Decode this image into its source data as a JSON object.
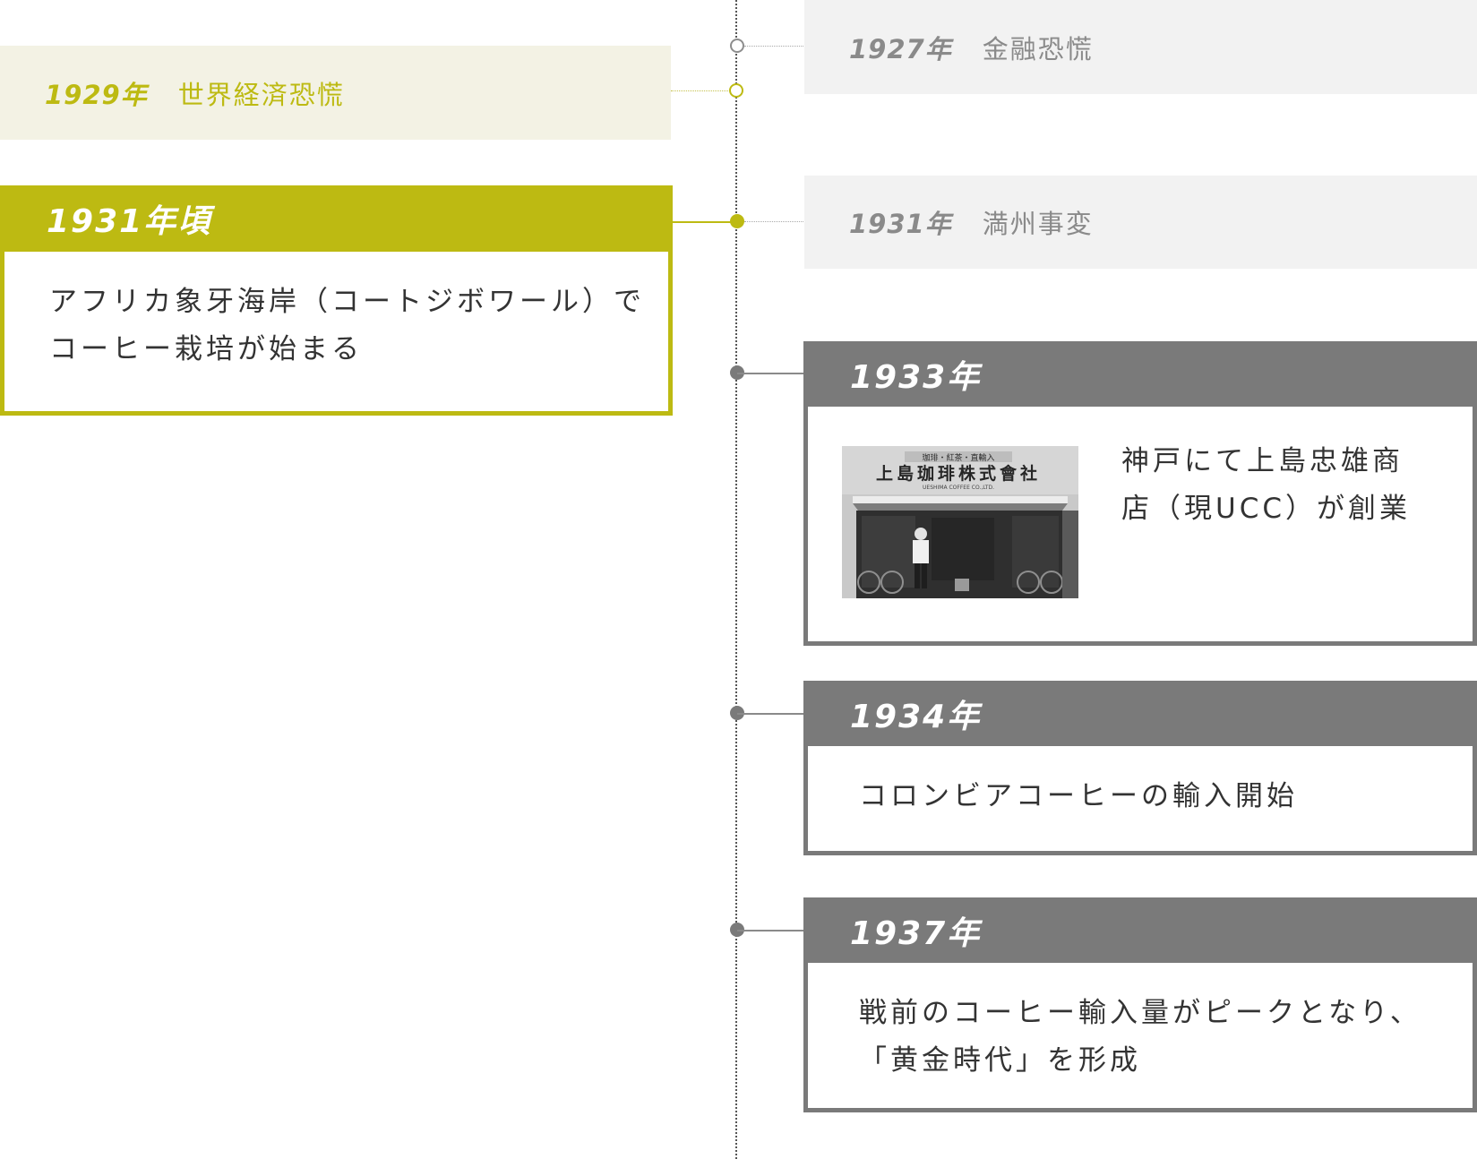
{
  "world_events": [
    {
      "year": "1927年",
      "text": "金融恐慌"
    },
    {
      "year": "1929年",
      "text": "世界経済恐慌"
    },
    {
      "year": "1931年",
      "text": "満州事変"
    }
  ],
  "events": [
    {
      "year": "1931年頃",
      "lines": [
        "アフリカ象牙海岸（コートジボワール）で",
        "コーヒー栽培が始まる"
      ]
    },
    {
      "year": "1933年",
      "lines": [
        "神戸にて上島忠雄商",
        "店（現UCC）が創業"
      ]
    },
    {
      "year": "1934年",
      "lines": [
        "コロンビアコーヒーの輸入開始"
      ]
    },
    {
      "year": "1937年",
      "lines": [
        "戦前のコーヒー輸入量がピークとなり、",
        "「黄金時代」を形成"
      ]
    }
  ],
  "photo": {
    "sign_top": "珈琲・紅茶・直輸入",
    "sign_main": "上島珈琲株式會社",
    "sign_sub": "UESHIMA COFFEE CO.,LTD."
  },
  "colors": {
    "olive": "#bdba12",
    "gray": "#7a7a7a",
    "world_bg": "#f2f2f2",
    "world_olive_bg": "#f3f2e4"
  }
}
